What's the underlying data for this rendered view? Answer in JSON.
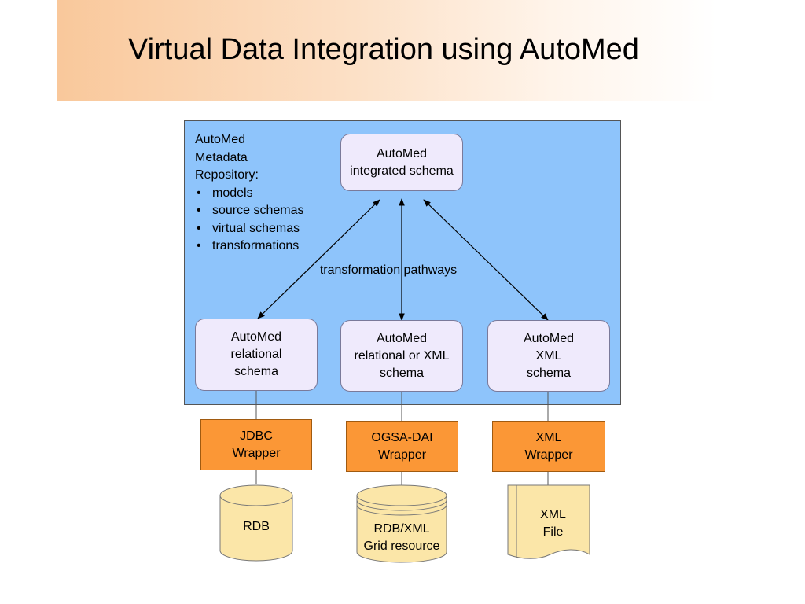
{
  "slide": {
    "title": "Virtual Data Integration using AutoMed"
  },
  "repository": {
    "lines": [
      "AutoMed",
      "Metadata",
      "Repository:"
    ],
    "bullet": "•",
    "items": [
      "models",
      "source schemas",
      "virtual schemas",
      "transformations"
    ]
  },
  "integrated_schema": {
    "lines": [
      "AutoMed",
      "integrated schema"
    ]
  },
  "pathways_label": "transformation pathways",
  "schemas": [
    {
      "lines": [
        "AutoMed",
        "relational",
        "schema"
      ]
    },
    {
      "lines": [
        "AutoMed",
        "relational or XML",
        "schema"
      ]
    },
    {
      "lines": [
        "AutoMed",
        "XML",
        "schema"
      ]
    }
  ],
  "wrappers": [
    {
      "lines": [
        "JDBC",
        "Wrapper"
      ]
    },
    {
      "lines": [
        "OGSA-DAI",
        "Wrapper"
      ]
    },
    {
      "lines": [
        "XML",
        "Wrapper"
      ]
    }
  ],
  "sources": [
    {
      "lines": [
        "RDB"
      ]
    },
    {
      "lines": [
        "RDB/XML",
        "Grid resource"
      ]
    },
    {
      "lines": [
        "XML",
        "File"
      ]
    }
  ],
  "colors": {
    "repository_fill": "#8ec4fb",
    "schema_fill": "#efeafc",
    "wrapper_fill": "#fb9736",
    "source_fill": "#fbe6a8"
  }
}
